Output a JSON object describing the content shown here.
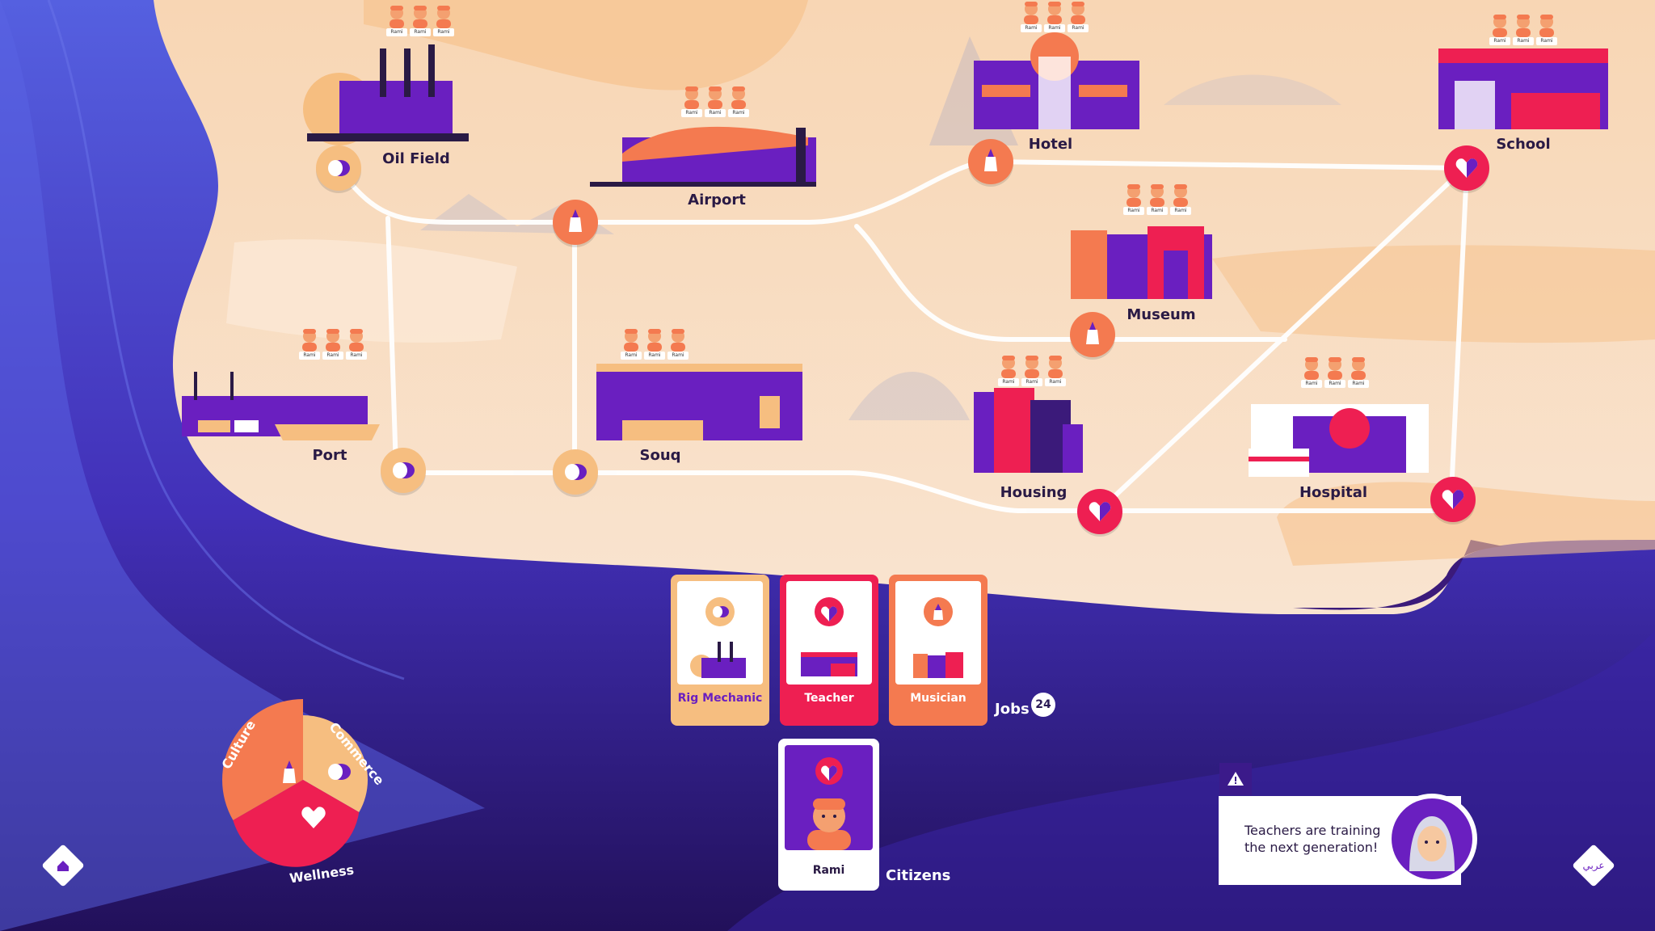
{
  "locations": [
    {
      "id": "oil-field",
      "label": "Oil Field"
    },
    {
      "id": "airport",
      "label": "Airport"
    },
    {
      "id": "hotel",
      "label": "Hotel"
    },
    {
      "id": "school",
      "label": "School"
    },
    {
      "id": "museum",
      "label": "Museum"
    },
    {
      "id": "port",
      "label": "Port"
    },
    {
      "id": "souq",
      "label": "Souq"
    },
    {
      "id": "housing",
      "label": "Housing"
    },
    {
      "id": "hospital",
      "label": "Hospital"
    }
  ],
  "citizen_tag": "Rami",
  "jobs": {
    "label": "Jobs",
    "count": "24",
    "cards": [
      {
        "label": "Rig Mechanic",
        "sector": "commerce"
      },
      {
        "label": "Teacher",
        "sector": "wellness"
      },
      {
        "label": "Musician",
        "sector": "culture"
      }
    ]
  },
  "citizens": {
    "label": "Citizens",
    "cards": [
      {
        "label": "Rami",
        "sector": "wellness"
      }
    ]
  },
  "sectors": {
    "culture": "Culture",
    "commerce": "Commerce",
    "wellness": "Wellness"
  },
  "message": {
    "line1": "Teachers are training",
    "line2": "the next generation!"
  },
  "language_button": "عربي",
  "colors": {
    "culture": "#f47a50",
    "commerce": "#f6be80",
    "wellness": "#ee1f52",
    "sea": "#4b45d4",
    "land": "#f8dcc0",
    "purple": "#6a1fc0"
  }
}
